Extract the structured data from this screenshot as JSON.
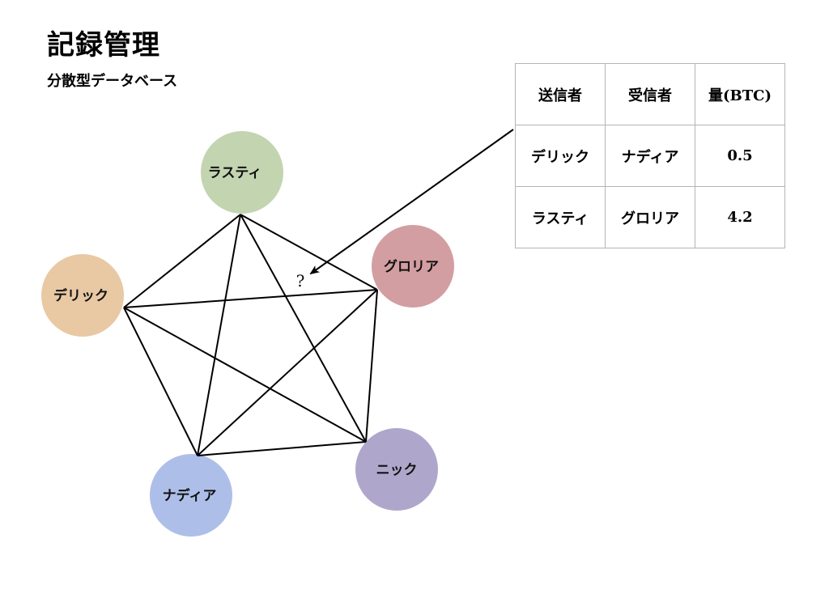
{
  "header": {
    "title": "記録管理",
    "subtitle": "分散型データベース"
  },
  "network": {
    "nodes": [
      {
        "id": "rusty",
        "label": "ラスティ",
        "color": "#c3d4b1"
      },
      {
        "id": "gloria",
        "label": "グロリア",
        "color": "#d39ea1"
      },
      {
        "id": "nick",
        "label": "ニック",
        "color": "#afa7cb"
      },
      {
        "id": "nadia",
        "label": "ナディア",
        "color": "#adbfe9"
      },
      {
        "id": "derrick",
        "label": "デリック",
        "color": "#e8c9a4"
      }
    ],
    "question_mark": "?"
  },
  "ledger": {
    "headers": [
      "送信者",
      "受信者",
      "量(BTC)"
    ],
    "rows": [
      [
        "デリック",
        "ナディア",
        "0.5"
      ],
      [
        "ラスティ",
        "グロリア",
        "4.2"
      ]
    ]
  }
}
